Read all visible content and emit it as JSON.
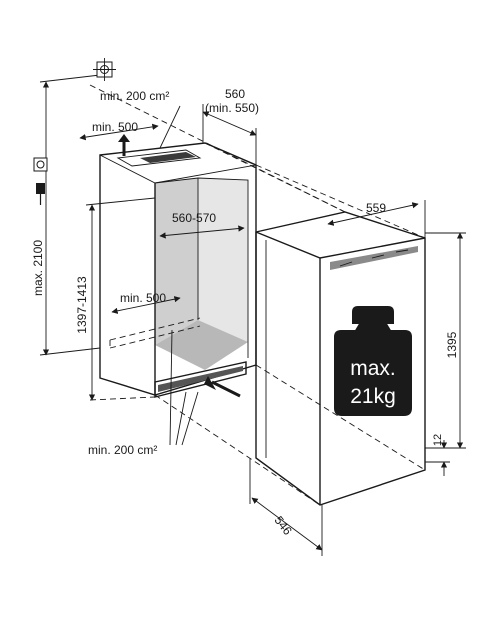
{
  "dimensions": {
    "niche_height_max": "max. 2100",
    "niche_height": "1397-1413",
    "niche_width": "560-570",
    "niche_depth": "560",
    "niche_depth_min": "(min. 550)",
    "vent_top": "min. 200 cm²",
    "vent_top_depth": "min. 500",
    "vent_inner_depth": "min. 500",
    "vent_bottom": "min. 200 cm²",
    "appliance_width": "559",
    "appliance_height": "1395",
    "appliance_depth": "546",
    "plinth_offset": "12"
  },
  "load_badge": {
    "line1": "max.",
    "line2": "21kg"
  }
}
